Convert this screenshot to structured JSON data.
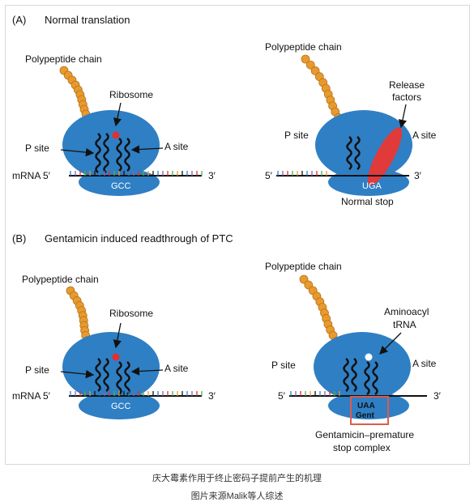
{
  "figure": {
    "panel_a": {
      "tag": "(A)",
      "title": "Normal translation",
      "left": {
        "chain_label": "Polypeptide chain",
        "ribosome_label": "Ribosome",
        "p_site": "P site",
        "a_site": "A site",
        "mrna_label": "mRNA 5′",
        "three_prime": "3′",
        "codon": "GCC"
      },
      "right": {
        "chain_label": "Polypeptide chain",
        "release_label_1": "Release",
        "release_label_2": "factors",
        "p_site": "P site",
        "a_site": "A site",
        "five_prime": "5′",
        "three_prime": "3′",
        "codon": "UGA",
        "stop_label": "Normal stop"
      }
    },
    "panel_b": {
      "tag": "(B)",
      "title": "Gentamicin induced readthrough of PTC",
      "left": {
        "chain_label": "Polypeptide chain",
        "ribosome_label": "Ribosome",
        "p_site": "P site",
        "a_site": "A site",
        "mrna_label": "mRNA 5′",
        "three_prime": "3′",
        "codon": "GCC"
      },
      "right": {
        "chain_label": "Polypeptide chain",
        "trna_label_1": "Aminoacyl",
        "trna_label_2": "tRNA",
        "p_site": "P site",
        "a_site": "A site",
        "five_prime": "5′",
        "three_prime": "3′",
        "codon": "UAA",
        "gent": "Gent",
        "complex_label_1": "Gentamicin–premature",
        "complex_label_2": "stop complex"
      }
    }
  },
  "caption": {
    "line1": "庆大霉素作用于终止密码子提前产生的机理",
    "line2": "图片来源Malik等人综述"
  },
  "colors": {
    "ribosome": "#2f7fc4",
    "bead": "#e89a2e",
    "red": "#e0302f",
    "text": "#111111"
  }
}
